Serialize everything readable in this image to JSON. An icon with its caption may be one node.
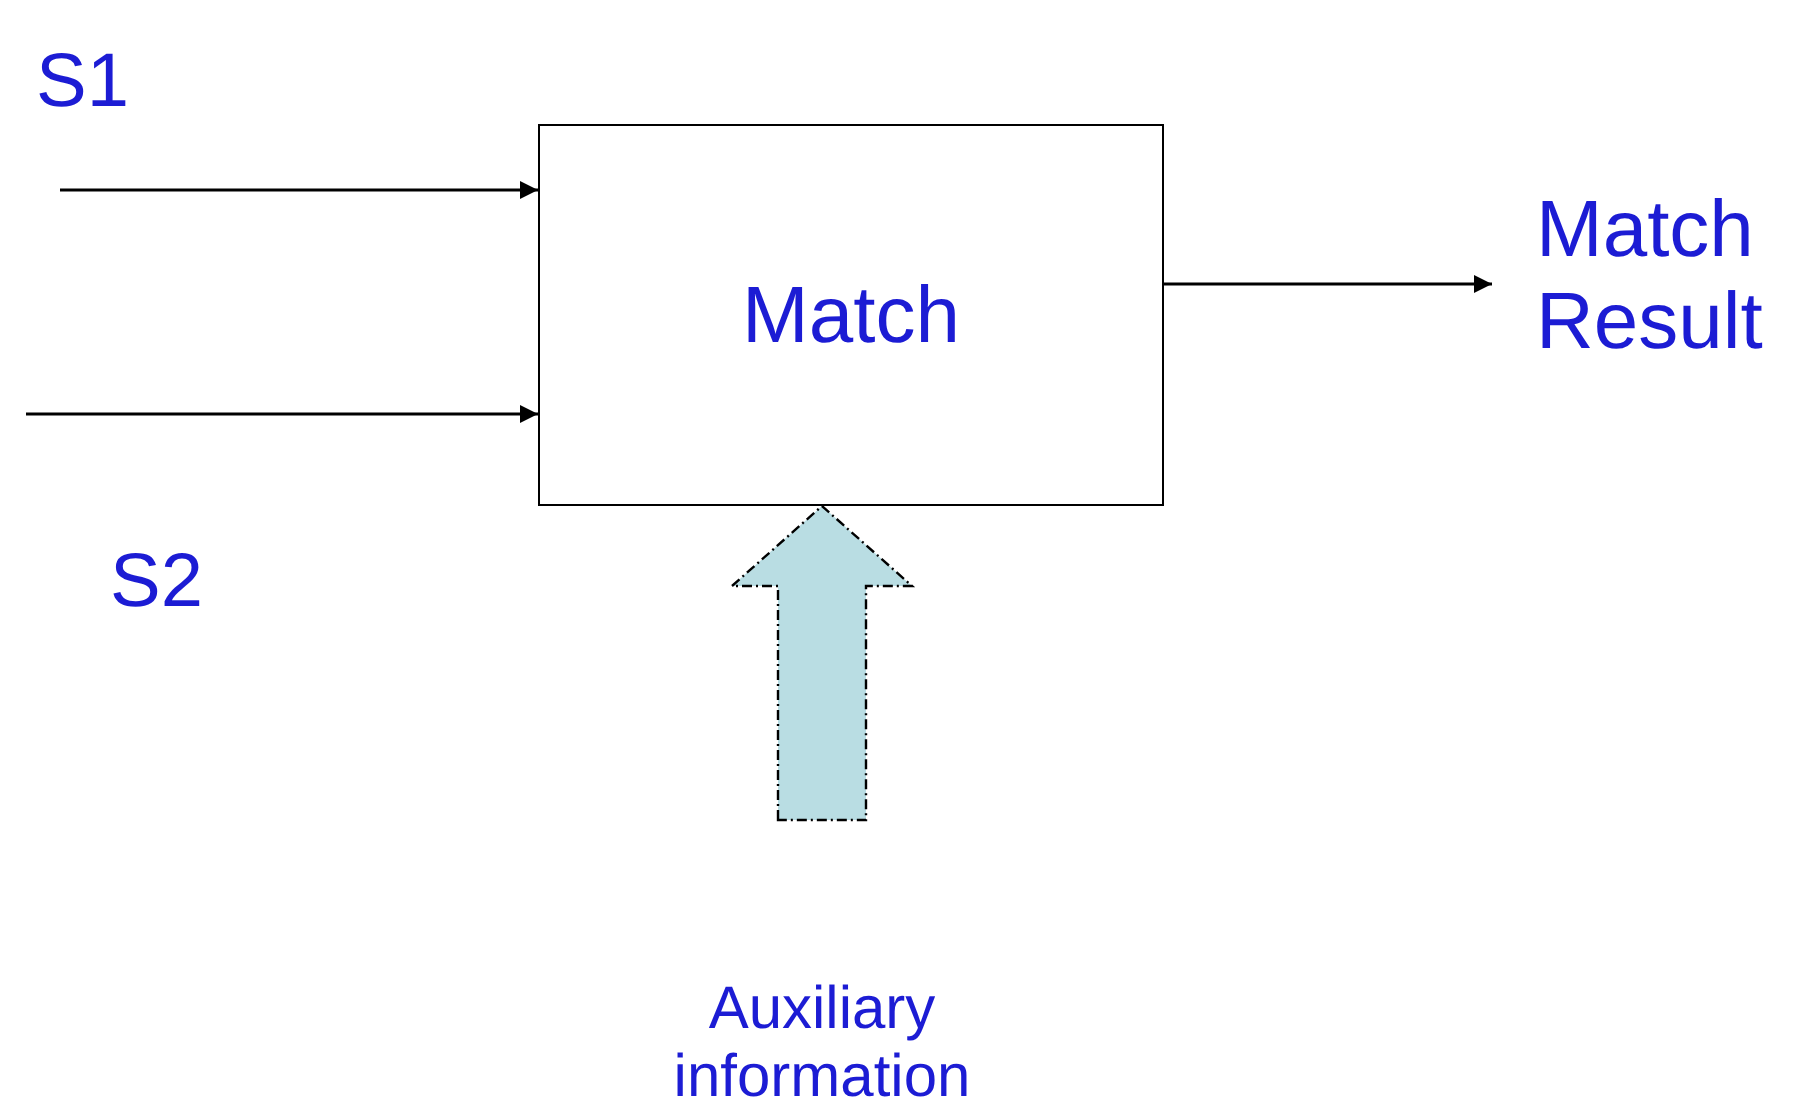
{
  "diagram": {
    "nodes": [
      {
        "text": [
          "Match"
        ]
      },
      {
        "text": [
          "Match Result"
        ]
      },
      {
        "text": [
          "Auxiliary information"
        ]
      }
    ],
    "edges": [
      {
        "from": null,
        "to": 0,
        "arrow": "to",
        "label": "S1"
      },
      {
        "from": null,
        "to": 0,
        "arrow": "to",
        "label": "S2"
      },
      {
        "from": 0,
        "to": 1,
        "arrow": "to"
      },
      {
        "from": 2,
        "to": 0,
        "arrow": "to",
        "style": "thick",
        "color": "#b9dde3"
      }
    ]
  }
}
